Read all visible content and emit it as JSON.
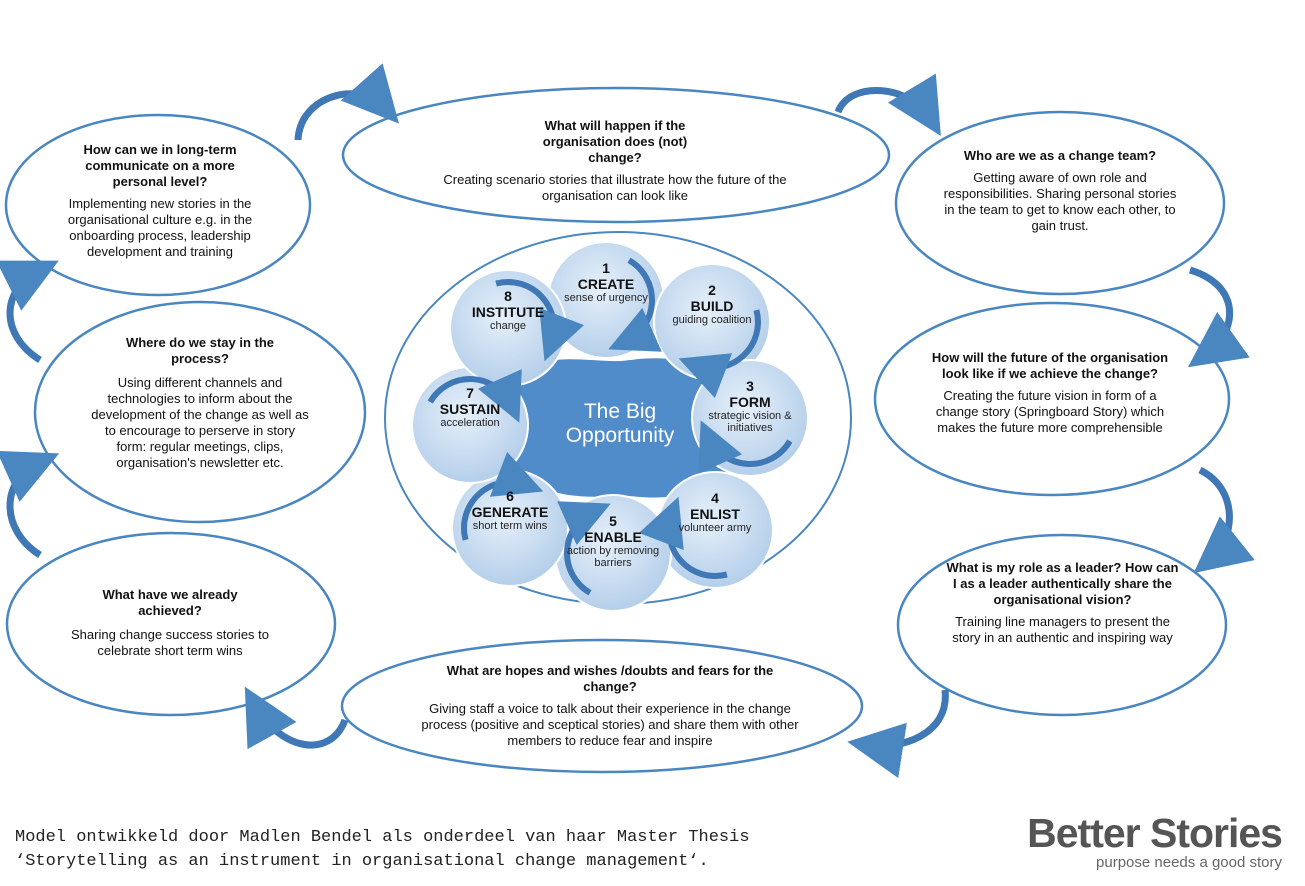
{
  "questions": [
    {
      "heading": "What will happen if the organisation does (not) change?",
      "body": "Creating scenario stories that illustrate how the future of the organisation can look like"
    },
    {
      "heading": "Who are we as a change team?",
      "body": "Getting aware of own role and responsibilities. Sharing personal stories in the team to get to know each other, to gain trust."
    },
    {
      "heading": "How will the future of the organisation look like if we achieve the change?",
      "body": "Creating the future vision in form of a change story (Springboard Story) which makes the future more comprehensible"
    },
    {
      "heading": "What is my role as a leader? How can I as a leader authentically share the organisational vision?",
      "body": "Training line managers to present the story in an authentic and inspiring way"
    },
    {
      "heading": "What are hopes and wishes /doubts and fears for the change?",
      "body": "Giving staff a voice to talk about their experience in the change process (positive and sceptical stories) and share them with other members to reduce fear and inspire"
    },
    {
      "heading": "What have we already achieved?",
      "body": "Sharing change success stories to celebrate short term wins"
    },
    {
      "heading": "Where do we stay in the process?",
      "body": "Using different channels and technologies to inform about the development of the change as well as to encourage to perserve in story form: regular meetings, clips, organisation's newsletter etc."
    },
    {
      "heading": "How can we in long-term communicate on a more personal level?",
      "body": "Implementing new stories in the organisational culture e.g. in the onboarding process, leadership development and training"
    }
  ],
  "center_label": "The Big Opportunity",
  "steps": [
    {
      "num": "1",
      "title": "CREATE",
      "sub": "sense of urgency"
    },
    {
      "num": "2",
      "title": "BUILD",
      "sub": "guiding coalition"
    },
    {
      "num": "3",
      "title": "FORM",
      "sub": "strategic vision & initiatives"
    },
    {
      "num": "4",
      "title": "ENLIST",
      "sub": "volunteer army"
    },
    {
      "num": "5",
      "title": "ENABLE",
      "sub": "action by removing barriers"
    },
    {
      "num": "6",
      "title": "GENERATE",
      "sub": "short term wins"
    },
    {
      "num": "7",
      "title": "SUSTAIN",
      "sub": "acceleration"
    },
    {
      "num": "8",
      "title": "INSTITUTE",
      "sub": "change"
    }
  ],
  "footer": {
    "line1": "Model ontwikkeld door Madlen Bendel als onderdeel van haar Master Thesis",
    "line2": "‘Storytelling as an instrument in organisational change management‘."
  },
  "logo": {
    "name": "Better Stories",
    "tagline": "purpose needs a good story"
  },
  "colors": {
    "outline": "#4a86c0",
    "circle": "#c9dcf0",
    "blob": "#4f8cc9",
    "arrow": "#3f78b5",
    "logo_dot": "#e02020"
  }
}
